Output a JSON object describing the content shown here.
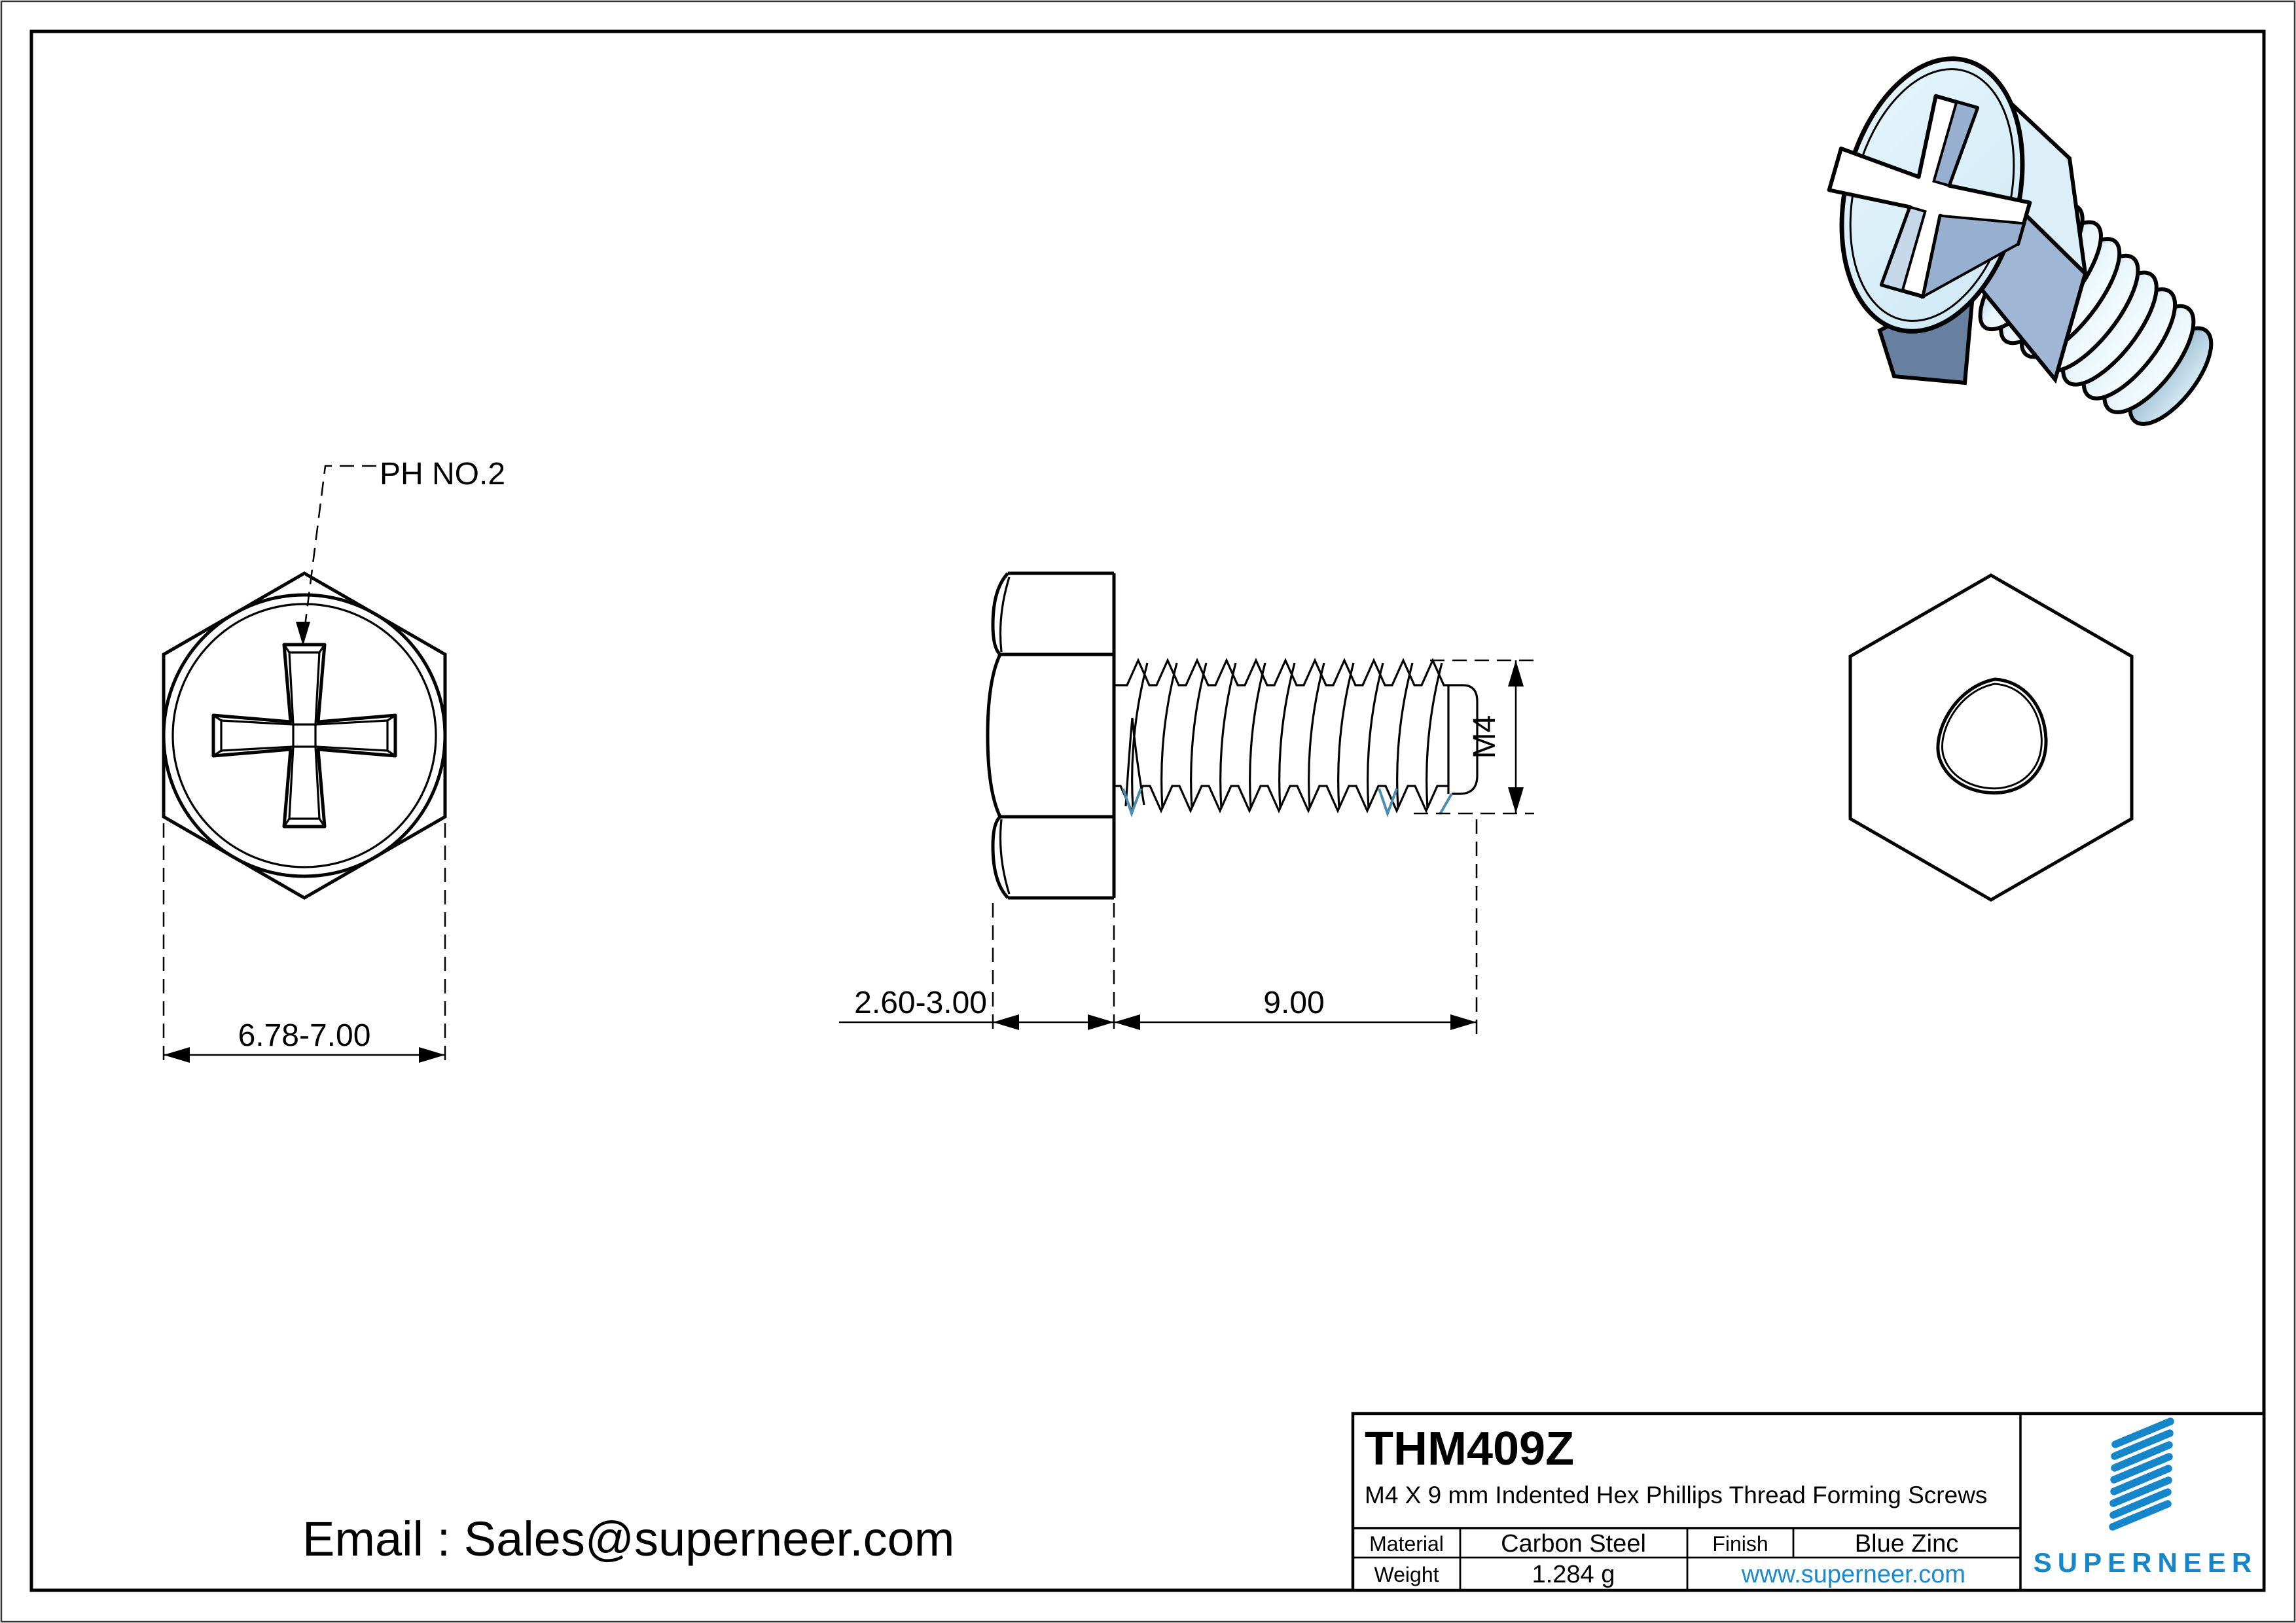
{
  "drawing_views": {
    "top_view": {
      "recess_label": "PH NO.2",
      "width_dim": "6.78-7.00"
    },
    "side_view": {
      "head_height_dim": "2.60-3.00",
      "thread_length_dim": "9.00",
      "thread_size_dim": "M4"
    }
  },
  "title_block": {
    "part_number": "THM409Z",
    "description": "M4 X 9 mm Indented Hex Phillips Thread Forming Screws",
    "material_label": "Material",
    "material_value": "Carbon Steel",
    "finish_label": "Finish",
    "finish_value": "Blue Zinc",
    "weight_label": "Weight",
    "weight_value": "1.284 g",
    "website": "www.superneer.com",
    "brand_name": "SUPERNEER"
  },
  "footer": {
    "email": "Email : Sales@superneer.com"
  },
  "colors": {
    "brand_blue": "#1486c9",
    "link_blue": "#1a8ad0",
    "drawing_accent_blue": "#4a8db0",
    "render_light_face": "#ddf0f9",
    "render_mid_facet": "#9fb6d4",
    "render_dark_facet": "#67809f"
  }
}
